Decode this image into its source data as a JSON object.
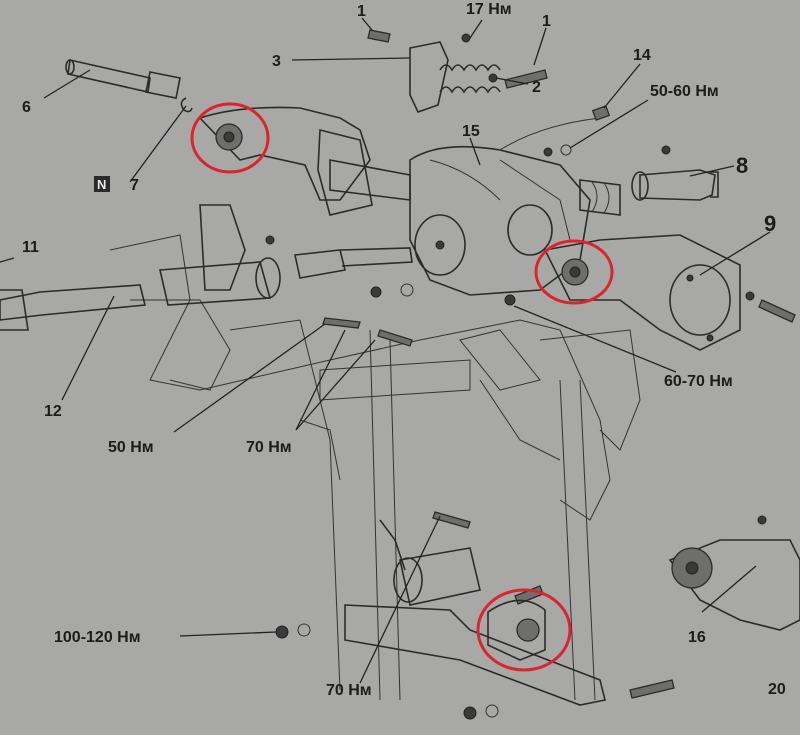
{
  "callouts": {
    "p1_top": "1",
    "p1_right": "1",
    "p2": "2",
    "p3": "3",
    "p6": "6",
    "p7": "7",
    "p7_marker": "N",
    "p8": "8",
    "p9": "9",
    "p11": "11",
    "p12": "12",
    "p14": "14",
    "p15": "15",
    "p16": "16",
    "p20_partial": "20"
  },
  "torques": {
    "t17": "17 Нм",
    "t50_60": "50-60 Нм",
    "t60_70": "60-70 Нм",
    "t50": "50 Нм",
    "t70_mid": "70 Нм",
    "t100_120": "100-120 Нм",
    "t70_bottom": "70 Нм"
  },
  "colors": {
    "paper": "#a8a8a6",
    "ink": "#1c1c1c",
    "highlight_circle": "#d8262c"
  },
  "highlights": [
    "left-bushing",
    "right-bushing",
    "rear-mount-bushing"
  ]
}
